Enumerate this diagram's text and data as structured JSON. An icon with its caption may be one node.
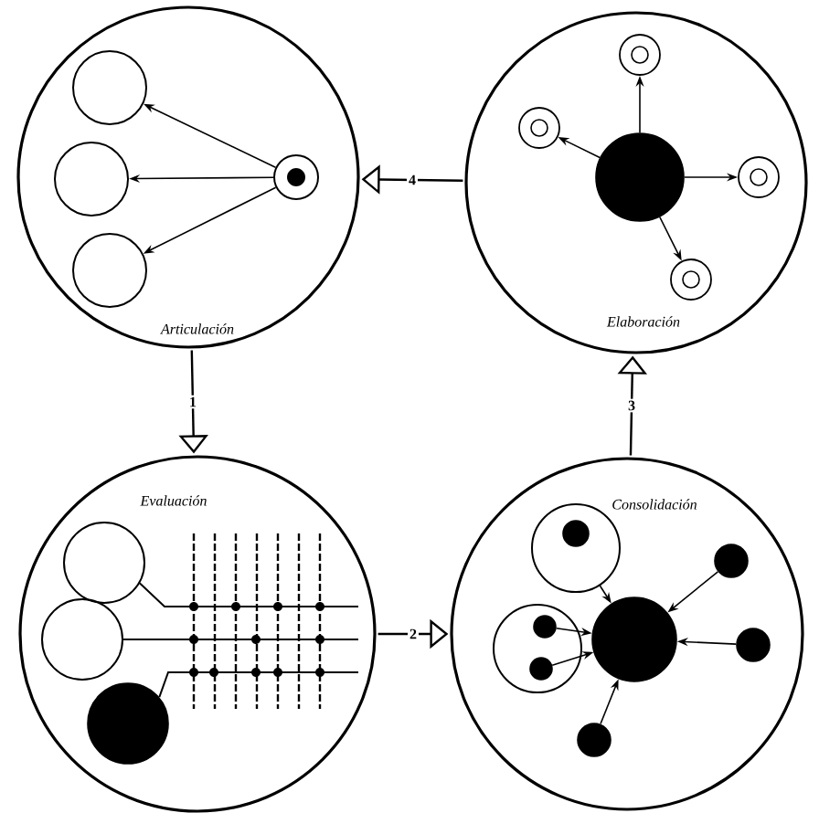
{
  "diagram": {
    "nodes": [
      {
        "text": [
          "Articulación"
        ]
      },
      {
        "text": [],
        "shape": "circle",
        "in": 0
      },
      {
        "text": [],
        "shape": "circle",
        "in": 0
      },
      {
        "text": [],
        "shape": "circle",
        "in": 0
      },
      {
        "text": [],
        "shape": "circle",
        "in": 0
      },
      {
        "text": [
          "Elaboración"
        ]
      },
      {
        "text": [],
        "shape": "circle",
        "in": 5
      },
      {
        "text": [],
        "shape": "circle",
        "in": 5
      },
      {
        "text": [],
        "shape": "circle",
        "in": 5
      },
      {
        "text": [],
        "shape": "circle",
        "in": 5
      },
      {
        "text": [],
        "shape": "circle",
        "in": 5
      },
      {
        "text": [
          "Evaluación"
        ]
      },
      {
        "text": [],
        "shape": "circle",
        "in": 11
      },
      {
        "text": [],
        "shape": "circle",
        "in": 11
      },
      {
        "text": [],
        "shape": "circle",
        "in": 11
      },
      {
        "text": [
          "Consolidación"
        ]
      },
      {
        "text": [],
        "shape": "circle",
        "in": 15
      },
      {
        "text": [],
        "shape": "circle",
        "in": 16
      },
      {
        "text": [],
        "shape": "circle",
        "in": 15
      },
      {
        "text": [],
        "shape": "circle",
        "in": 15
      },
      {
        "text": [],
        "shape": "circle",
        "in": 19
      },
      {
        "text": [],
        "shape": "circle",
        "in": 19
      },
      {
        "text": [],
        "shape": "circle",
        "in": 15
      },
      {
        "text": [],
        "shape": "circle",
        "in": 15
      },
      {
        "text": [],
        "shape": "circle",
        "in": 15
      }
    ],
    "edges": [
      {
        "from": 1,
        "to": 2,
        "arrow": "to"
      },
      {
        "from": 1,
        "to": 3,
        "arrow": "to"
      },
      {
        "from": 1,
        "to": 4,
        "arrow": "to"
      },
      {
        "from": 8,
        "to": 6,
        "arrow": "to"
      },
      {
        "from": 8,
        "to": 7,
        "arrow": "to"
      },
      {
        "from": 8,
        "to": 9,
        "arrow": "to"
      },
      {
        "from": 8,
        "to": 10,
        "arrow": "to"
      },
      {
        "from": 16,
        "to": 22,
        "arrow": "to"
      },
      {
        "from": 18,
        "to": 22,
        "arrow": "to"
      },
      {
        "from": 20,
        "to": 22,
        "arrow": "to"
      },
      {
        "from": 21,
        "to": 22,
        "arrow": "to"
      },
      {
        "from": 23,
        "to": 22,
        "arrow": "to"
      },
      {
        "from": 24,
        "to": 22,
        "arrow": "to"
      },
      {
        "from": 0,
        "to": 11,
        "arrow": "to",
        "label": "1"
      },
      {
        "from": 11,
        "to": 15,
        "arrow": "to",
        "label": "2"
      },
      {
        "from": 15,
        "to": 5,
        "arrow": "to",
        "label": "3"
      },
      {
        "from": 5,
        "to": 0,
        "arrow": "to",
        "label": "4"
      }
    ]
  }
}
